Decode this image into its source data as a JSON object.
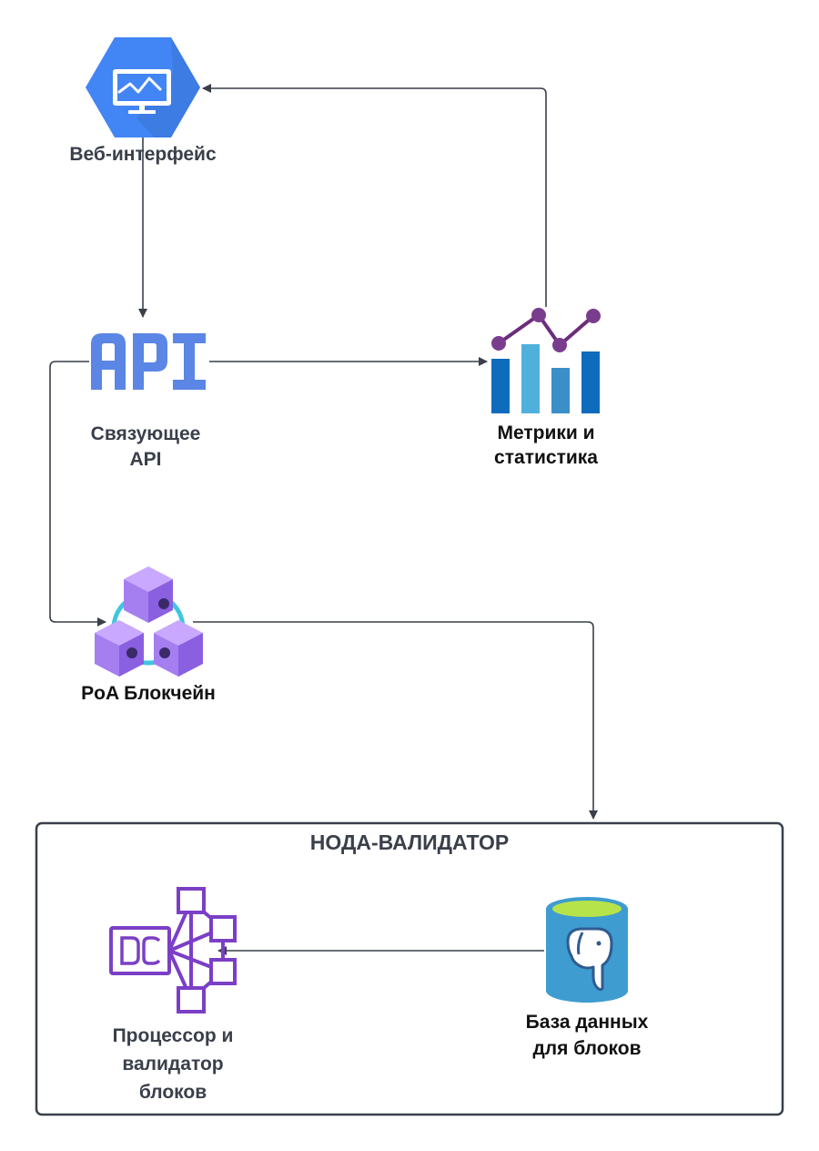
{
  "nodes": {
    "web": {
      "label": "Веб-интерфейс",
      "icon": "monitor-hexagon-icon"
    },
    "api": {
      "label_lines": [
        "Связующее",
        "API"
      ],
      "icon": "api-logo-icon",
      "logo_text": "API"
    },
    "metrics": {
      "label_lines": [
        "Метрики и",
        "статистика"
      ],
      "icon": "bar-line-chart-icon"
    },
    "blockchain": {
      "label": "PoA Блокчейн",
      "icon": "blockchain-cubes-icon"
    },
    "processor": {
      "label_lines": [
        "Процессор и",
        "валидатор",
        "блоков"
      ],
      "icon": "dc-network-icon",
      "logo_text": "DC"
    },
    "database": {
      "label_lines": [
        "База данных",
        "для блоков"
      ],
      "icon": "postgresql-database-icon"
    }
  },
  "container": {
    "title": "НОДА-ВАЛИДАТОР"
  },
  "colors": {
    "arrow": "#3a3f4a",
    "web_hex": "#4285f4",
    "api_blue": "#5b86e5",
    "chart_dark": "#0f6cbd",
    "chart_light": "#50b0dc",
    "chart_line": "#6b2d7b",
    "cube": "#a57ff0",
    "ring": "#3fc6e0",
    "dc_purple": "#7b3fc6",
    "db_blue": "#3e9cd0",
    "db_top": "#b6e34a",
    "elephant": "#2f5b8f"
  }
}
